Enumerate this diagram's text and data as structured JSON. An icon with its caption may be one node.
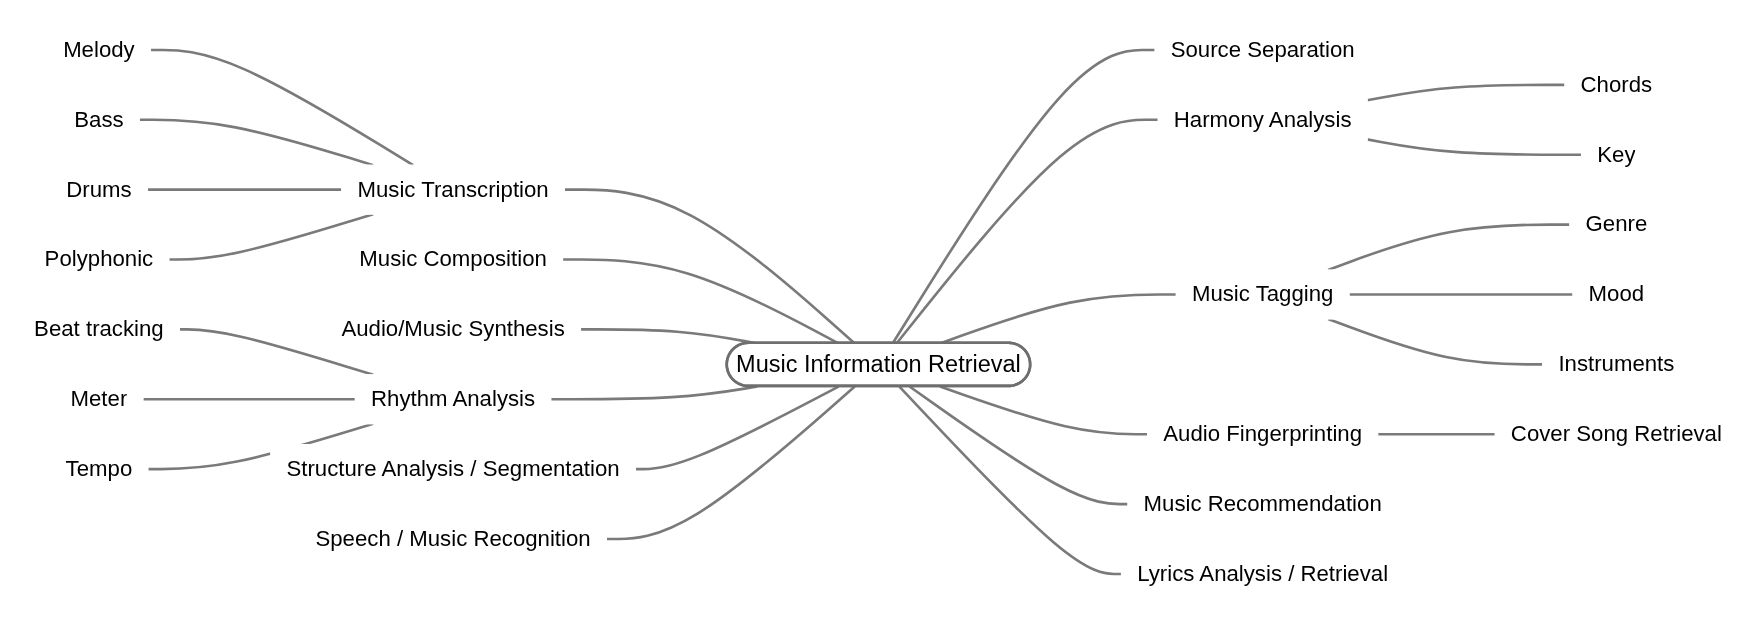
{
  "diagram": {
    "nodes": [
      {
        "text": [
          "Melody"
        ]
      },
      {
        "text": [
          "Bass"
        ]
      },
      {
        "text": [
          "Drums"
        ]
      },
      {
        "text": [
          "Polyphonic"
        ]
      },
      {
        "text": [
          "Music Transcription"
        ]
      },
      {
        "text": [
          "Music Composition"
        ]
      },
      {
        "text": [
          "Audio/Music Synthesis"
        ]
      },
      {
        "text": [
          "Beat tracking"
        ]
      },
      {
        "text": [
          "Meter"
        ]
      },
      {
        "text": [
          "Tempo"
        ]
      },
      {
        "text": [
          "Rhythm Analysis"
        ]
      },
      {
        "text": [
          "Structure Analysis / Segmentation"
        ]
      },
      {
        "text": [
          "Speech / Music Recognition"
        ]
      },
      {
        "text": [
          "Music Information Retrieval"
        ]
      },
      {
        "text": [
          "Source Separation"
        ]
      },
      {
        "text": [
          "Harmony Analysis"
        ]
      },
      {
        "text": [
          "Chords"
        ]
      },
      {
        "text": [
          "Key"
        ]
      },
      {
        "text": [
          "Music Tagging"
        ]
      },
      {
        "text": [
          "Genre"
        ]
      },
      {
        "text": [
          "Mood"
        ]
      },
      {
        "text": [
          "Instruments"
        ]
      },
      {
        "text": [
          "Audio Fingerprinting"
        ]
      },
      {
        "text": [
          "Cover Song Retrieval"
        ]
      },
      {
        "text": [
          "Music Recommendation"
        ]
      },
      {
        "text": [
          "Lyrics Analysis / Retrieval"
        ]
      }
    ],
    "edges": [
      {
        "from": 0,
        "to": 4,
        "arrow": "none"
      },
      {
        "from": 1,
        "to": 4,
        "arrow": "none"
      },
      {
        "from": 2,
        "to": 4,
        "arrow": "none"
      },
      {
        "from": 3,
        "to": 4,
        "arrow": "none"
      },
      {
        "from": 4,
        "to": 13,
        "arrow": "none"
      },
      {
        "from": 5,
        "to": 13,
        "arrow": "none"
      },
      {
        "from": 6,
        "to": 13,
        "arrow": "none"
      },
      {
        "from": 7,
        "to": 10,
        "arrow": "none"
      },
      {
        "from": 8,
        "to": 10,
        "arrow": "none"
      },
      {
        "from": 9,
        "to": 10,
        "arrow": "none"
      },
      {
        "from": 10,
        "to": 13,
        "arrow": "none"
      },
      {
        "from": 11,
        "to": 13,
        "arrow": "none"
      },
      {
        "from": 12,
        "to": 13,
        "arrow": "none"
      },
      {
        "from": 13,
        "to": 14,
        "arrow": "none"
      },
      {
        "from": 13,
        "to": 15,
        "arrow": "none"
      },
      {
        "from": 15,
        "to": 16,
        "arrow": "none"
      },
      {
        "from": 15,
        "to": 17,
        "arrow": "none"
      },
      {
        "from": 13,
        "to": 18,
        "arrow": "none"
      },
      {
        "from": 18,
        "to": 19,
        "arrow": "none"
      },
      {
        "from": 18,
        "to": 20,
        "arrow": "none"
      },
      {
        "from": 18,
        "to": 21,
        "arrow": "none"
      },
      {
        "from": 13,
        "to": 22,
        "arrow": "none"
      },
      {
        "from": 22,
        "to": 23,
        "arrow": "none"
      },
      {
        "from": 13,
        "to": 24,
        "arrow": "none"
      },
      {
        "from": 13,
        "to": 25,
        "arrow": "none"
      }
    ]
  }
}
